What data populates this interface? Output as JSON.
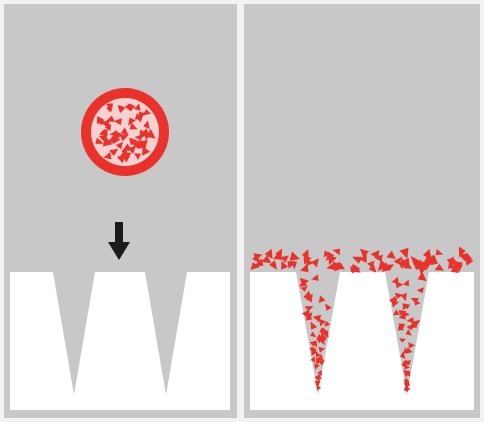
{
  "figure": {
    "panels": [
      {
        "id": "left",
        "state": "before",
        "elements": [
          "particle-capsule",
          "down-arrow",
          "substrate-with-cracks"
        ]
      },
      {
        "id": "right",
        "state": "after",
        "elements": [
          "surface-coating",
          "filled-cracks"
        ]
      }
    ],
    "crack_count_per_panel": 2,
    "colors": {
      "panel_background": "#c8c8c8",
      "substrate": "#ffffff",
      "particle": "#e8322b",
      "capsule_shell": "#e8322b",
      "capsule_core": "#f7d0d0",
      "arrow": "#1b1b1b",
      "frame": "#f2f2f2"
    }
  }
}
